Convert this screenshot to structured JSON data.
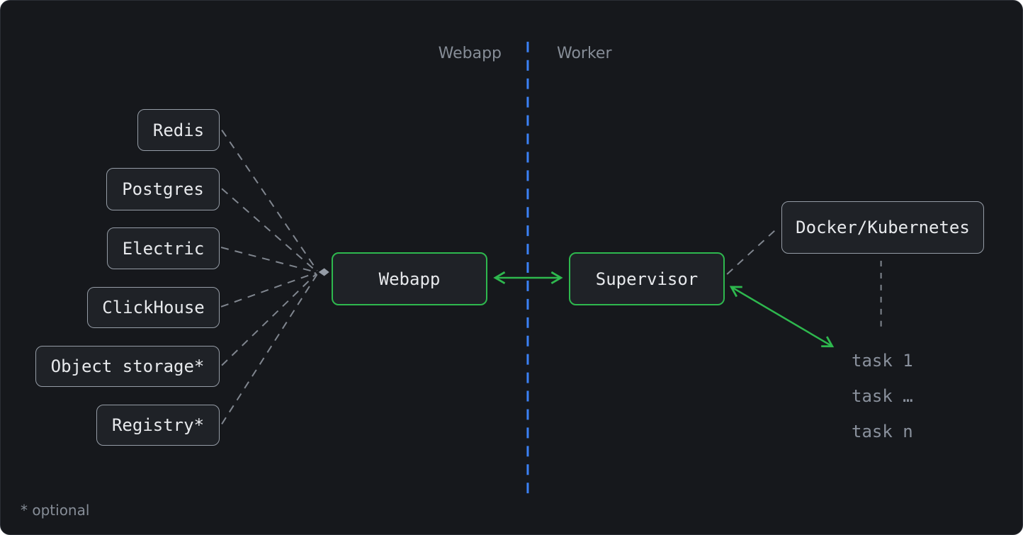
{
  "colors": {
    "canvas_bg": "#16181c",
    "canvas_border": "#2c2f36",
    "node_fill": "#1f2227",
    "node_border": "#959ca6",
    "node_text": "#e7e9ec",
    "muted_text": "#868d97",
    "task_text": "#8a919d",
    "dash_gray": "#80868f",
    "accent_green": "#2eb84e",
    "accent_blue": "#3c82f6"
  },
  "lanes": {
    "left_label": "Webapp",
    "right_label": "Worker"
  },
  "dependencies": [
    {
      "label": "Redis"
    },
    {
      "label": "Postgres"
    },
    {
      "label": "Electric"
    },
    {
      "label": "ClickHouse"
    },
    {
      "label": "Object storage*"
    },
    {
      "label": "Registry*"
    }
  ],
  "nodes": {
    "webapp": "Webapp",
    "supervisor": "Supervisor",
    "runtime": "Docker/Kubernetes"
  },
  "tasks": [
    "task 1",
    "task …",
    "task n"
  ],
  "footnote": "* optional"
}
